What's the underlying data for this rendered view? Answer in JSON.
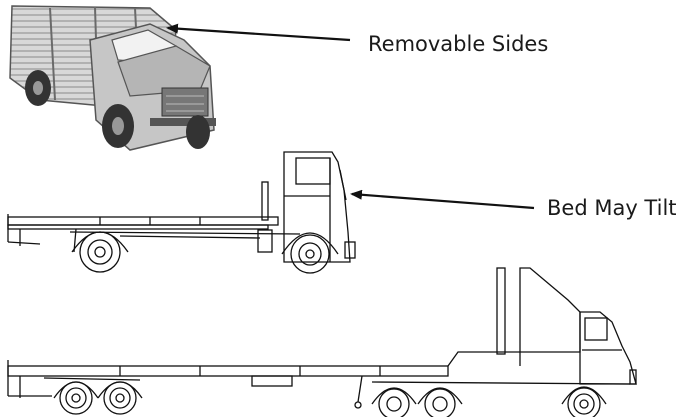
{
  "labels": {
    "removable_sides": "Removable Sides",
    "bed_may_tilt": "Bed May Tilt"
  },
  "illustrations": {
    "stake_truck": "stake-truck-illustration",
    "flatbed_truck": "flatbed-truck-illustration",
    "flatbed_semi": "flatbed-semi-trailer-illustration"
  },
  "colors": {
    "line": "#111111",
    "background": "#ffffff"
  }
}
